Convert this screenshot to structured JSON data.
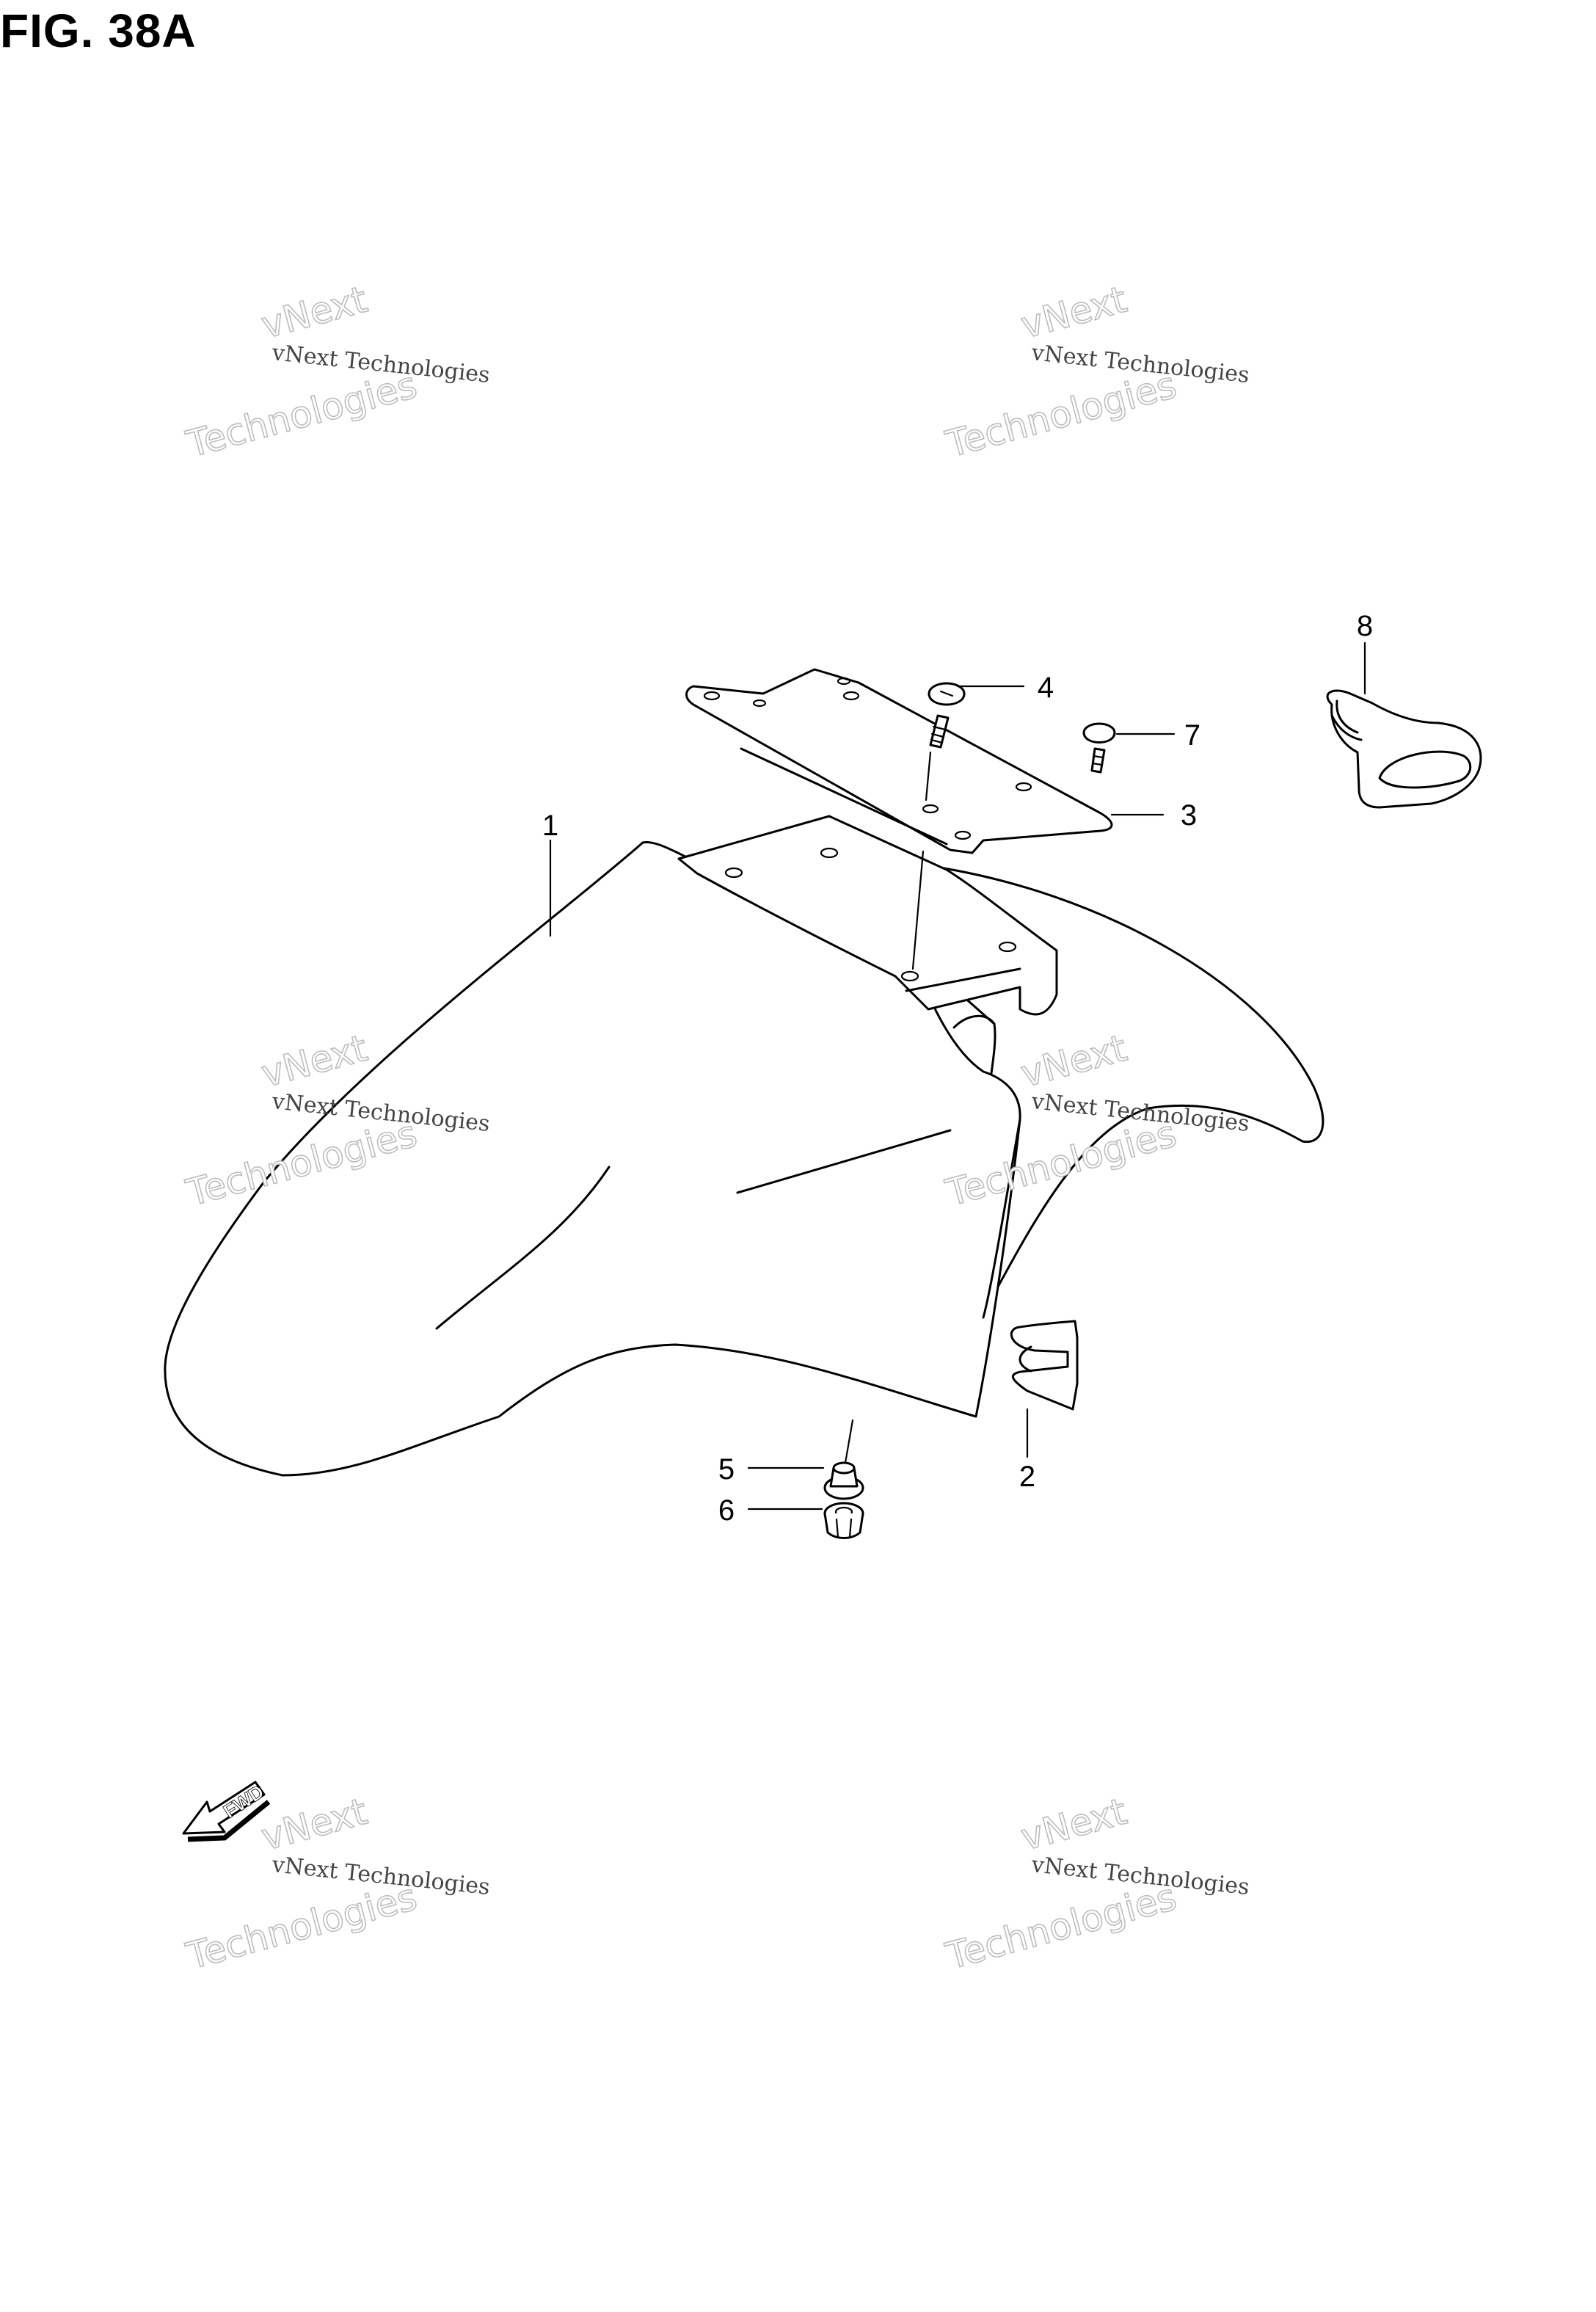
{
  "figure": {
    "title": "FIG. 38A"
  },
  "callouts": [
    "1",
    "2",
    "3",
    "4",
    "5",
    "6",
    "7",
    "8"
  ],
  "watermark": {
    "line_small": "vNext Technologies",
    "line_big_top": "vNext",
    "line_big_bottom": "Technologies"
  },
  "direction_badge": {
    "label": "FWD",
    "icon": "fwd-arrow-icon"
  },
  "colors": {
    "ink": "#000000",
    "background": "#ffffff",
    "watermark_outline": "#bdbdbd"
  }
}
